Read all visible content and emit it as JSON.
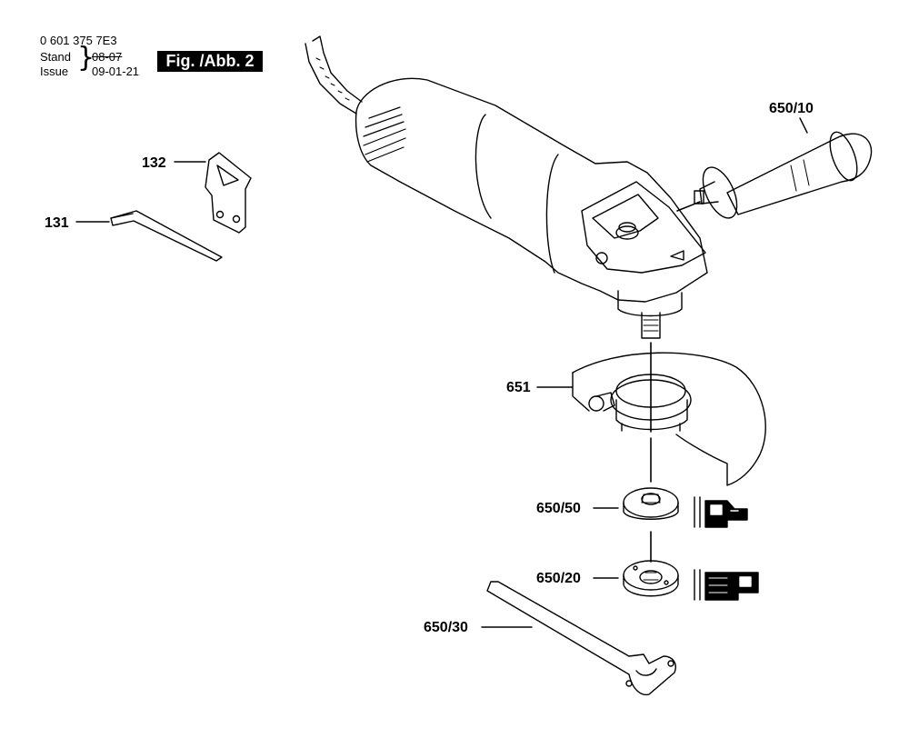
{
  "header": {
    "part_number": "0 601 375 7E3",
    "stand_label": "Stand",
    "stand_date": "08-07",
    "issue_label": "Issue",
    "issue_date": "09-01-21",
    "figure_label": "Fig. /Abb. 2"
  },
  "callouts": {
    "c132": "132",
    "c131": "131",
    "c650_10": "650/10",
    "c651": "651",
    "c650_50": "650/50",
    "c650_20": "650/20",
    "c650_30": "650/30"
  }
}
